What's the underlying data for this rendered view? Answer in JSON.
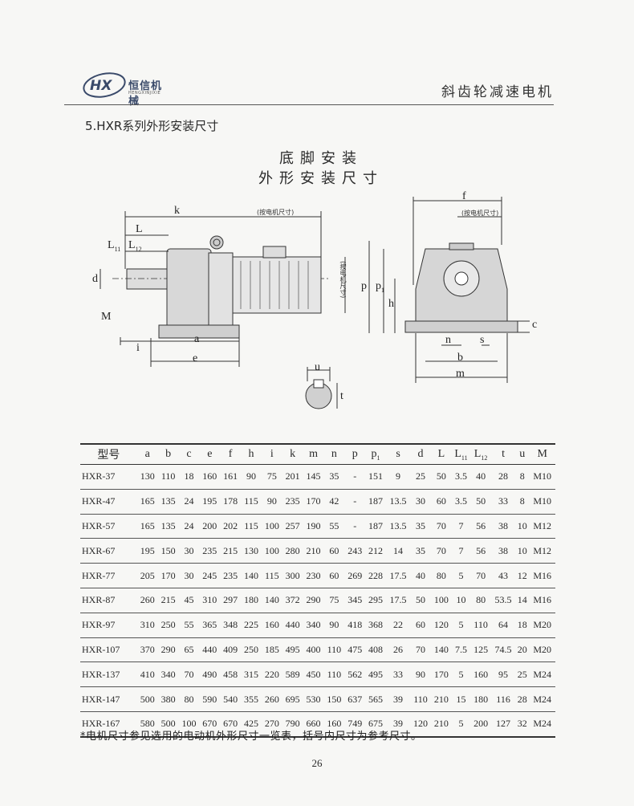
{
  "header": {
    "logo_mark": "HX",
    "logo_name": "恒信机械",
    "logo_pinyin": "HENGXINJIXIE",
    "title": "斜齿轮减速电机"
  },
  "section_title": "5.HXR系列外形安装尺寸",
  "figure": {
    "title_line1": "底脚安装",
    "title_line2": "外形安装尺寸",
    "note_motor": "(按电机尺寸)",
    "labels": {
      "k": "k",
      "L": "L",
      "L11": "L",
      "L11_sub": "11",
      "L12": "L",
      "L12_sub": "12",
      "d": "d",
      "M": "M",
      "i": "i",
      "a": "a",
      "e": "e",
      "u": "u",
      "t": "t",
      "f": "f",
      "p": "p",
      "p1": "p",
      "p1_sub": "1",
      "h": "h",
      "c": "c",
      "n": "n",
      "s": "s",
      "b": "b",
      "m": "m"
    }
  },
  "table": {
    "columns": [
      {
        "label": "型号",
        "sub": ""
      },
      {
        "label": "a",
        "sub": ""
      },
      {
        "label": "b",
        "sub": ""
      },
      {
        "label": "c",
        "sub": ""
      },
      {
        "label": "e",
        "sub": ""
      },
      {
        "label": "f",
        "sub": ""
      },
      {
        "label": "h",
        "sub": ""
      },
      {
        "label": "i",
        "sub": ""
      },
      {
        "label": "k",
        "sub": ""
      },
      {
        "label": "m",
        "sub": ""
      },
      {
        "label": "n",
        "sub": ""
      },
      {
        "label": "p",
        "sub": ""
      },
      {
        "label": "p",
        "sub": "1"
      },
      {
        "label": "s",
        "sub": ""
      },
      {
        "label": "d",
        "sub": ""
      },
      {
        "label": "L",
        "sub": ""
      },
      {
        "label": "L",
        "sub": "11"
      },
      {
        "label": "L",
        "sub": "12"
      },
      {
        "label": "t",
        "sub": ""
      },
      {
        "label": "u",
        "sub": ""
      },
      {
        "label": "M",
        "sub": ""
      }
    ],
    "rows": [
      [
        "HXR-37",
        "130",
        "110",
        "18",
        "160",
        "161",
        "90",
        "75",
        "201",
        "145",
        "35",
        "-",
        "151",
        "9",
        "25",
        "50",
        "3.5",
        "40",
        "28",
        "8",
        "M10"
      ],
      [
        "HXR-47",
        "165",
        "135",
        "24",
        "195",
        "178",
        "115",
        "90",
        "235",
        "170",
        "42",
        "-",
        "187",
        "13.5",
        "30",
        "60",
        "3.5",
        "50",
        "33",
        "8",
        "M10"
      ],
      [
        "HXR-57",
        "165",
        "135",
        "24",
        "200",
        "202",
        "115",
        "100",
        "257",
        "190",
        "55",
        "-",
        "187",
        "13.5",
        "35",
        "70",
        "7",
        "56",
        "38",
        "10",
        "M12"
      ],
      [
        "HXR-67",
        "195",
        "150",
        "30",
        "235",
        "215",
        "130",
        "100",
        "280",
        "210",
        "60",
        "243",
        "212",
        "14",
        "35",
        "70",
        "7",
        "56",
        "38",
        "10",
        "M12"
      ],
      [
        "HXR-77",
        "205",
        "170",
        "30",
        "245",
        "235",
        "140",
        "115",
        "300",
        "230",
        "60",
        "269",
        "228",
        "17.5",
        "40",
        "80",
        "5",
        "70",
        "43",
        "12",
        "M16"
      ],
      [
        "HXR-87",
        "260",
        "215",
        "45",
        "310",
        "297",
        "180",
        "140",
        "372",
        "290",
        "75",
        "345",
        "295",
        "17.5",
        "50",
        "100",
        "10",
        "80",
        "53.5",
        "14",
        "M16"
      ],
      [
        "HXR-97",
        "310",
        "250",
        "55",
        "365",
        "348",
        "225",
        "160",
        "440",
        "340",
        "90",
        "418",
        "368",
        "22",
        "60",
        "120",
        "5",
        "110",
        "64",
        "18",
        "M20"
      ],
      [
        "HXR-107",
        "370",
        "290",
        "65",
        "440",
        "409",
        "250",
        "185",
        "495",
        "400",
        "110",
        "475",
        "408",
        "26",
        "70",
        "140",
        "7.5",
        "125",
        "74.5",
        "20",
        "M20"
      ],
      [
        "HXR-137",
        "410",
        "340",
        "70",
        "490",
        "458",
        "315",
        "220",
        "589",
        "450",
        "110",
        "562",
        "495",
        "33",
        "90",
        "170",
        "5",
        "160",
        "95",
        "25",
        "M24"
      ],
      [
        "HXR-147",
        "500",
        "380",
        "80",
        "590",
        "540",
        "355",
        "260",
        "695",
        "530",
        "150",
        "637",
        "565",
        "39",
        "110",
        "210",
        "15",
        "180",
        "116",
        "28",
        "M24"
      ],
      [
        "HXR-167",
        "580",
        "500",
        "100",
        "670",
        "670",
        "425",
        "270",
        "790",
        "660",
        "160",
        "749",
        "675",
        "39",
        "120",
        "210",
        "5",
        "200",
        "127",
        "32",
        "M24"
      ]
    ]
  },
  "footnote": "*电机尺寸参见选用的电动机外形尺寸一览表，括号内尺寸为参考尺寸。",
  "page_number": "26"
}
